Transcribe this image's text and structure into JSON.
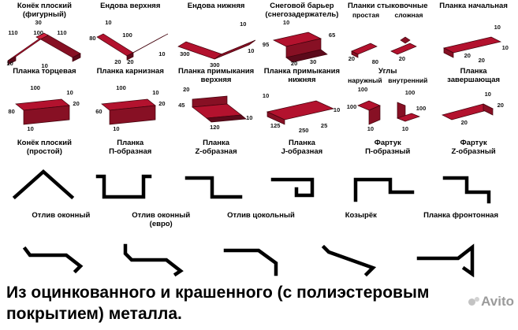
{
  "row1": [
    {
      "title": "Конёк плоский",
      "title2": "(фигурный)",
      "dims": [
        "30",
        "110",
        "100",
        "110",
        "10",
        "10"
      ]
    },
    {
      "title": "Ендова верхняя",
      "dims": [
        "10",
        "80",
        "100",
        "20",
        "20",
        "10"
      ]
    },
    {
      "title": "Ендова нижняя",
      "dims": [
        "10",
        "300",
        "300",
        "10"
      ]
    },
    {
      "title": "Снеговой барьер",
      "title2": "(снегозадержатель)",
      "dims": [
        "10",
        "65",
        "95",
        "20",
        "30"
      ]
    },
    {
      "title": "Планки стыковочные",
      "sub1": "простая",
      "sub2": "сложная",
      "dims": [
        "20",
        "80",
        "20"
      ]
    },
    {
      "title": "Планка начальная",
      "dims": [
        "10",
        "20",
        "20",
        "10"
      ]
    }
  ],
  "row2": [
    {
      "title": "Планка торцевая",
      "dims": [
        "100",
        "10",
        "20",
        "80",
        "10"
      ]
    },
    {
      "title": "Планка карнизная",
      "dims": [
        "100",
        "10",
        "20",
        "60",
        "10"
      ]
    },
    {
      "title": "Планка примыкания",
      "title2": "верхняя",
      "dims": [
        "20",
        "45",
        "120",
        "10"
      ]
    },
    {
      "title": "Планка примыкания",
      "title2": "нижняя",
      "dims": [
        "10",
        "125",
        "250",
        "25",
        "10"
      ]
    },
    {
      "title": "Углы",
      "sub1": "наружный",
      "sub2": "внутренний",
      "dims": [
        "100",
        "100",
        "10",
        "100",
        "100",
        "10"
      ]
    },
    {
      "title": "Планка",
      "title2": "завершающая",
      "dims": [
        "10",
        "20",
        "20"
      ]
    }
  ],
  "row3": [
    {
      "title": "Конёк плоский",
      "title2": "(простой)"
    },
    {
      "title": "Планка",
      "title2": "П-образная"
    },
    {
      "title": "Планка",
      "title2": "Z-образная"
    },
    {
      "title": "Планка",
      "title2": "J-образная"
    },
    {
      "title": "Фартук",
      "title2": "П-образный"
    },
    {
      "title": "Фартук",
      "title2": "Z-образный"
    }
  ],
  "row4": [
    {
      "title": "Отлив оконный"
    },
    {
      "title": "Отлив оконный",
      "title2": "(евро)"
    },
    {
      "title": "Отлив цокольный"
    },
    {
      "title": "Козырёк"
    },
    {
      "title": "Планка фронтонная"
    }
  ],
  "footer": {
    "line1": "Из оцинкованного и крашенного (с полиэстеровым",
    "line2": "покрытием) металла."
  },
  "watermark": {
    "label": "Avito"
  },
  "colors": {
    "red_main": "#b3122e",
    "red_dark": "#871024",
    "red_deep": "#5c0a1b",
    "line_black": "#000000",
    "watermark_gray": "#9b9b9b"
  }
}
